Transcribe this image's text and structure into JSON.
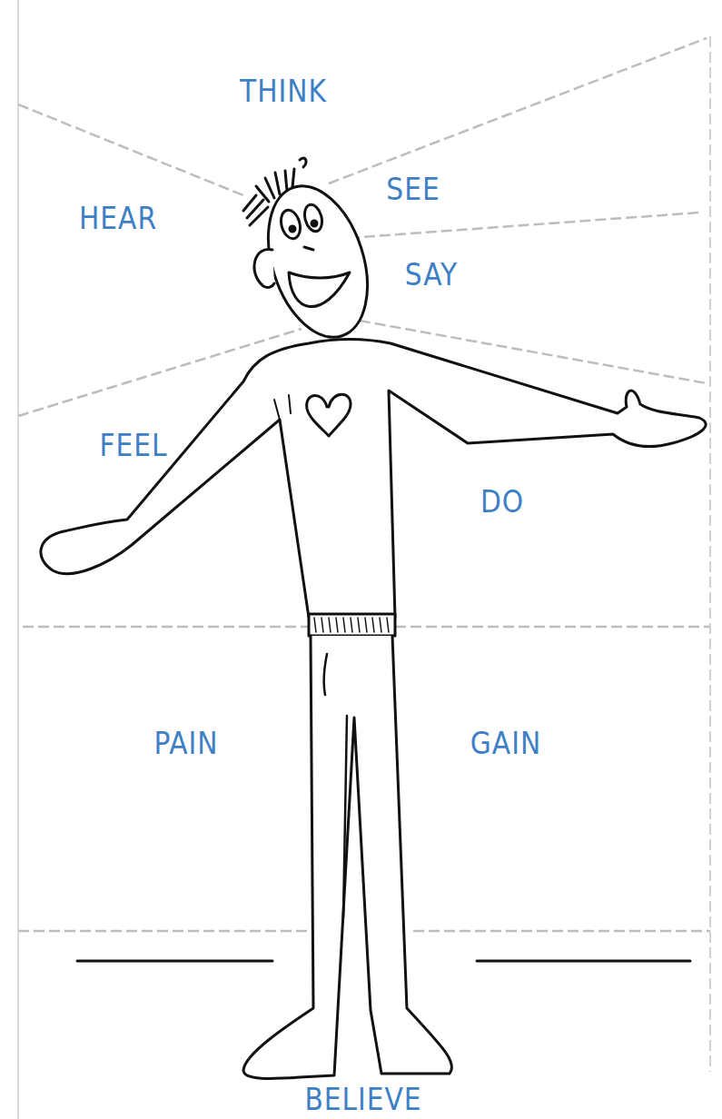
{
  "diagram": {
    "labels": [
      "THINK",
      "HEAR",
      "SEE",
      "SAY",
      "FEEL",
      "DO",
      "PAIN",
      "GAIN",
      "BELIEVE"
    ]
  }
}
